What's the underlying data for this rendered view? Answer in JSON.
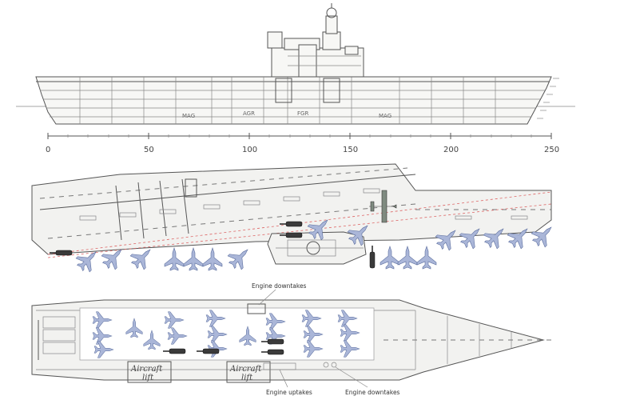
{
  "profile": {
    "labels": [
      "MAG",
      "AGR",
      "FGR",
      "MAG"
    ]
  },
  "scale": {
    "ticks": [
      "0",
      "50",
      "100",
      "150",
      "200",
      "250"
    ]
  },
  "hangar": {
    "engine_downtakes_top": "Engine downtakes",
    "engine_uptakes": "Engine uptakes",
    "engine_downtakes_bottom": "Engine downtakes",
    "lift_left_line1": "Aircraft",
    "lift_left_line2": "lift",
    "lift_right_line1": "Aircraft",
    "lift_right_line2": "lift"
  },
  "colors": {
    "jet_fill": "#aab6d8",
    "helicopter": "#3a3a3a",
    "deck_aircraft": "#7f8b80",
    "flight_path": "#dd6666"
  },
  "icons": [
    "jet-icon",
    "helicopter-icon",
    "aircraft-icon"
  ]
}
